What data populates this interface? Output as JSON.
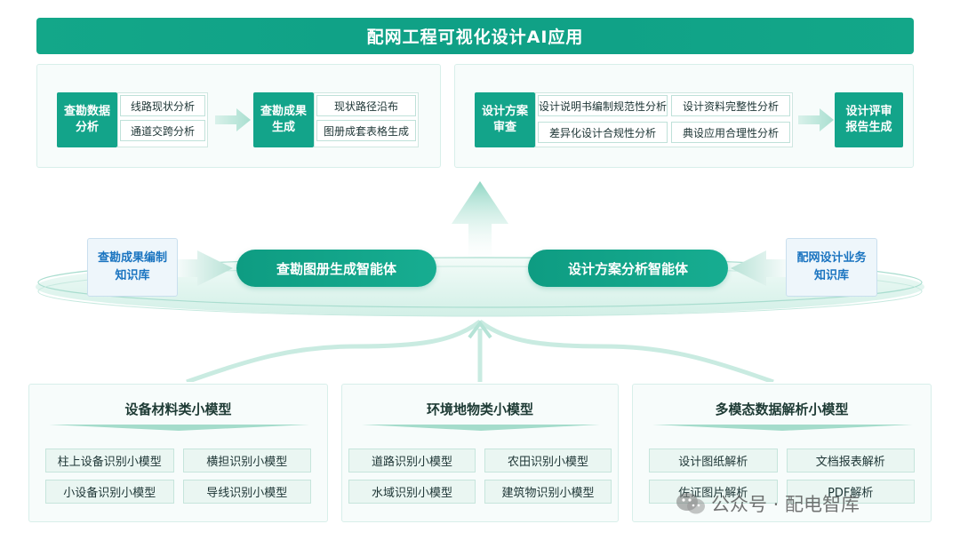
{
  "header": {
    "title": "配网工程可视化设计AI应用"
  },
  "top_left": {
    "survey_analysis": {
      "label": "查勘数据\n分析",
      "items": [
        "线路现状分析",
        "通道交跨分析"
      ]
    },
    "survey_results": {
      "label": "查勘成果\n生成",
      "items": [
        "现状路径沿布",
        "图册成套表格生成"
      ]
    }
  },
  "top_right": {
    "design_review": {
      "label": "设计方案\n审查",
      "items": [
        "设计说明书编制规范性分析",
        "设计资料完整性分析",
        "差异化设计合规性分析",
        "典设应用合理性分析"
      ]
    },
    "report": {
      "label": "设计评审\n报告生成"
    }
  },
  "middle": {
    "kb_left": "查勘成果编制\n知识库",
    "agent_left": "查勘图册生成智能体",
    "agent_right": "设计方案分析智能体",
    "kb_right": "配网设计业务\n知识库"
  },
  "models": [
    {
      "title": "设备材料类小模型",
      "items": [
        "柱上设备识别小模型",
        "横担识别小模型",
        "小设备识别小模型",
        "导线识别小模型"
      ]
    },
    {
      "title": "环境地物类小模型",
      "items": [
        "道路识别小模型",
        "农田识别小模型",
        "水域识别小模型",
        "建筑物识别小模型"
      ]
    },
    {
      "title": "多模态数据解析小模型",
      "items": [
        "设计图纸解析",
        "文档报表解析",
        "佐证图片解析",
        "PDF解析"
      ]
    }
  ],
  "watermark": {
    "text": "公众号 · 配电智库",
    "icon": "wechat-icon"
  },
  "colors": {
    "primary": "#13a48a",
    "kb_text": "#1a74c0",
    "panel_bg": "#f7fcfb"
  }
}
